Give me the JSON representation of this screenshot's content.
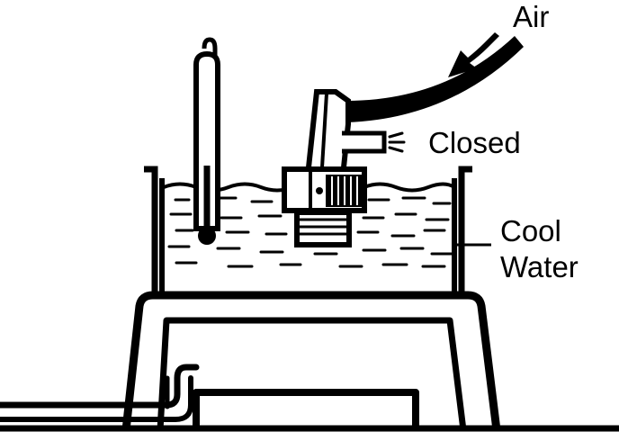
{
  "labels": {
    "air": "Air",
    "closed": "Closed",
    "cool": "Cool",
    "water": "Water"
  },
  "colors": {
    "ink": "#000000",
    "paper": "#ffffff"
  }
}
